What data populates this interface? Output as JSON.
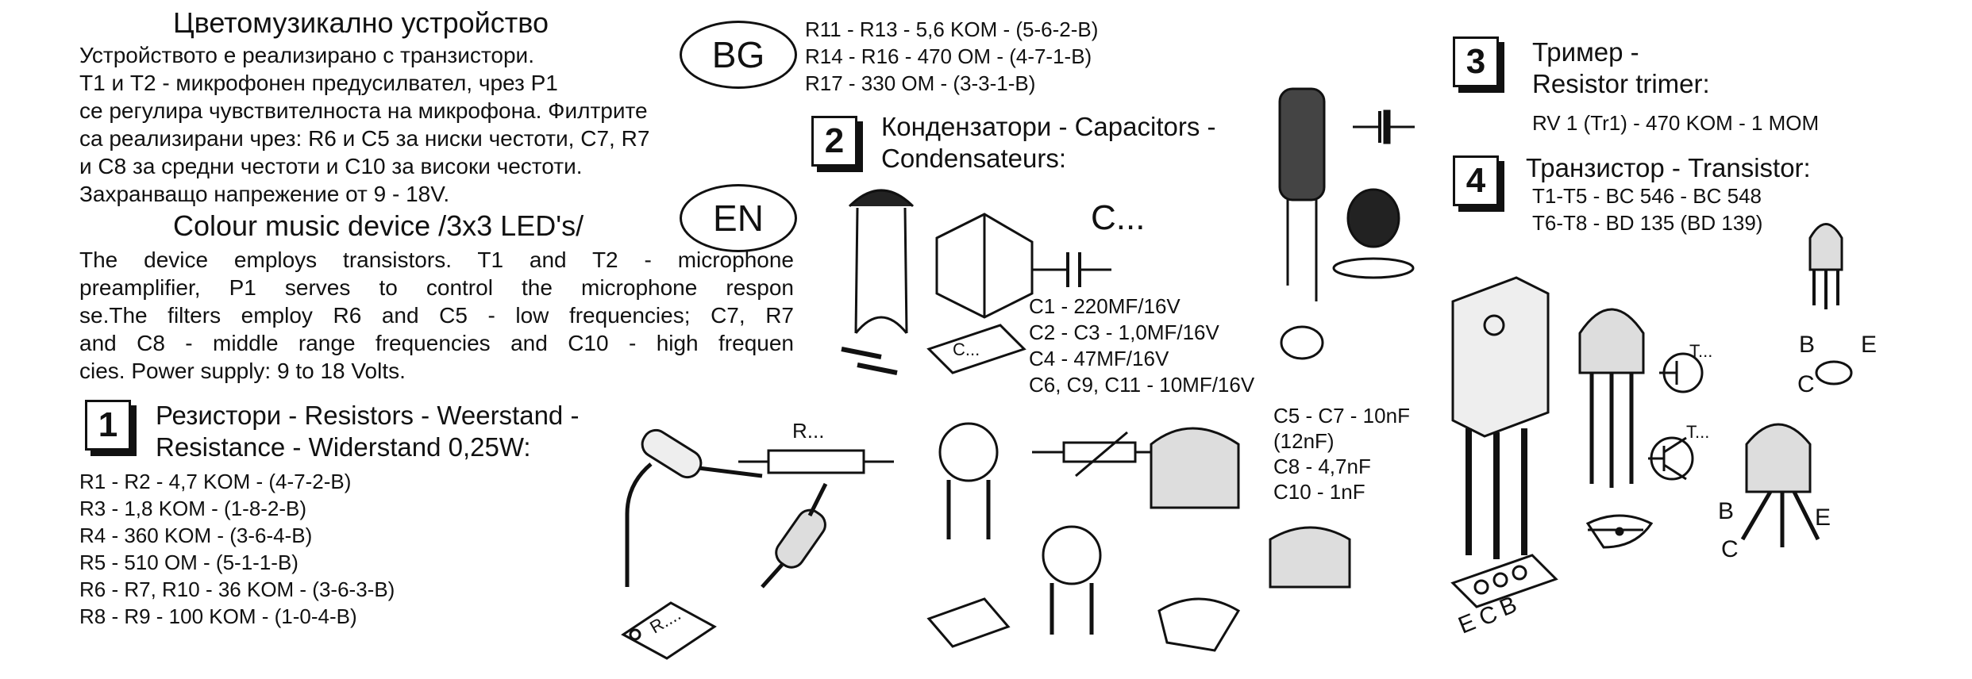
{
  "bg": {
    "title": "Цветомузикално устройство",
    "badge": "BG",
    "lines": [
      "Устройството е реализирано с транзистори.",
      "T1 и T2 - микрофонен предусилвател, чрез P1",
      "се регулира чувствителноста на микрофона. Филтрите",
      "са реализирани чрез: R6 и C5 за ниски честоти, C7, R7",
      "и C8 за средни честоти и C10 за високи честоти.",
      "Захранващо напрежение от 9 - 18V."
    ]
  },
  "en": {
    "title": "Colour music device /3x3 LED's/",
    "badge": "EN",
    "lines": [
      "The device employs transistors. T1 and T2 - microphone",
      "preamplifier, P1 serves to control the microphone respon",
      "se.The filters employ R6 and C5 - low frequencies; C7, R7",
      "and C8 - middle range frequencies and C10 - high frequen",
      "cies. Power supply: 9 to 18 Volts."
    ]
  },
  "resistors": {
    "number": "1",
    "heading": [
      "Резистори - Resistors - Weerstand -",
      "Resistance - Widerstand 0,25W:"
    ],
    "items": [
      "R1 - R2 - 4,7 KOM - (4-7-2-B)",
      "R3 - 1,8 KOM - (1-8-2-B)",
      "R4 - 360 KOM - (3-6-4-B)",
      "R5 - 510 OM - (5-1-1-B)",
      "R6 - R7, R10 - 36 KOM - (3-6-3-B)",
      "R8 - R9 - 100 KOM - (1-0-4-B)"
    ],
    "items_top": [
      "R11 - R13 - 5,6 KOM - (5-6-2-B)",
      "R14 - R16 - 470 OM - (4-7-1-B)",
      "R17 - 330 OM - (3-3-1-B)"
    ],
    "symbol_label": "R...",
    "body_label": "R...."
  },
  "capacitors": {
    "number": "2",
    "heading": [
      "Кондензатори - Capacitors -",
      "Condensateurs:"
    ],
    "symbol_label": "C...",
    "body_label": "C...",
    "electrolytic": [
      "C1 - 220MF/16V",
      "C2 - C3 - 1,0MF/16V",
      "C4 - 47MF/16V",
      "C6, C9, C11 - 10MF/16V"
    ],
    "ceramic": [
      "C5 - C7 - 10nF",
      " (12nF)",
      "C8 - 4,7nF",
      "C10 - 1nF"
    ]
  },
  "trimmer": {
    "number": "3",
    "heading": [
      "Тример -",
      "Resistor trimer:"
    ],
    "item": "RV 1 (Tr1) - 470 KOM - 1 MOM"
  },
  "transistors": {
    "number": "4",
    "heading": "Транзистор - Transistor:",
    "items": [
      "T1-T5 - BC 546 - BC 548",
      "T6-T8 - BD 135 (BD 139)"
    ],
    "pins_bd": [
      "E",
      "C",
      "B"
    ],
    "pin_b": "B",
    "pin_e": "E",
    "pin_c": "C",
    "symbol_t1": "T...",
    "symbol_t2": "T..."
  }
}
